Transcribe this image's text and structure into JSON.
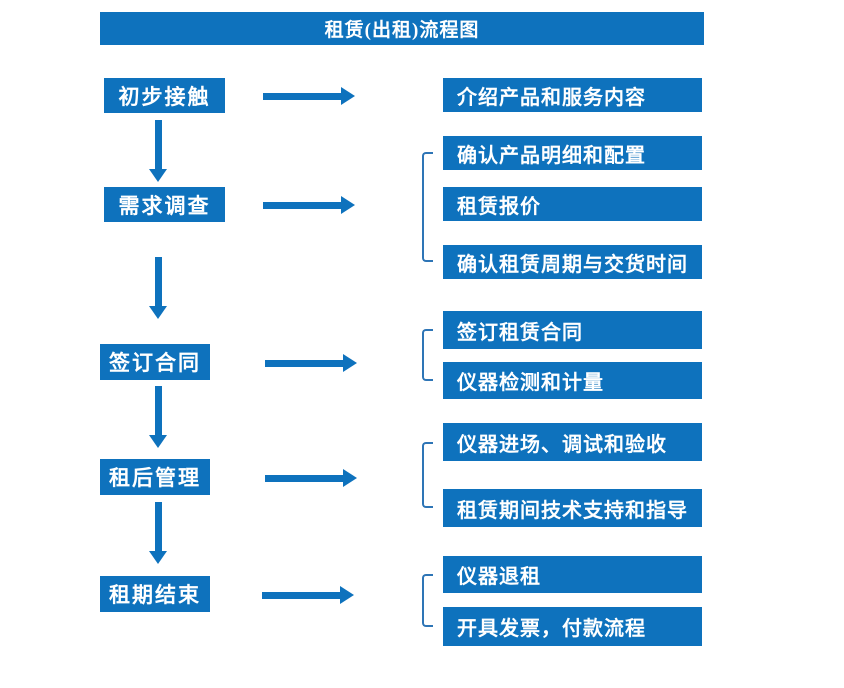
{
  "title": "租赁(出租)流程图",
  "colors": {
    "primary_blue": "#0e72bd",
    "bracket_blue": "#2e75b6",
    "text_white": "#ffffff",
    "background": "#ffffff"
  },
  "flow": {
    "stages": [
      {
        "label": "初步接触",
        "outputs": [
          "介绍产品和服务内容"
        ]
      },
      {
        "label": "需求调查",
        "outputs": [
          "确认产品明细和配置",
          "租赁报价",
          "确认租赁周期与交货时间"
        ]
      },
      {
        "label": "签订合同",
        "outputs": [
          "签订租赁合同",
          "仪器检测和计量"
        ]
      },
      {
        "label": "租后管理",
        "outputs": [
          "仪器进场、调试和验收",
          "租赁期间技术支持和指导"
        ]
      },
      {
        "label": "租期结束",
        "outputs": [
          "仪器退租",
          "开具发票，付款流程"
        ]
      }
    ]
  }
}
